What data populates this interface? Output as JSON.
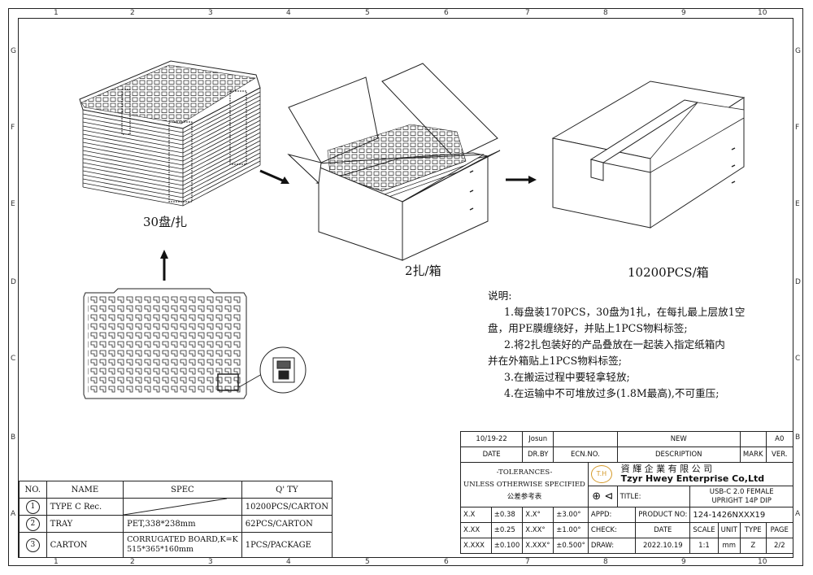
{
  "grid": {
    "columns": [
      "1",
      "2",
      "3",
      "4",
      "5",
      "6",
      "7",
      "8",
      "9",
      "10"
    ],
    "rows": [
      "G",
      "F",
      "E",
      "D",
      "C",
      "B",
      "A"
    ]
  },
  "figure_labels": {
    "bundle": "30盘/扎",
    "box": "2扎/箱",
    "carton": "10200PCS/箱"
  },
  "notes": {
    "heading": "说明:",
    "lines": [
      "1.每盘装170PCS，30盘为1扎，在每扎最上层放1空",
      "盘，用PE膜缠绕好，并贴上1PCS物料标签;",
      "2.将2扎包装好的产品叠放在一起装入指定纸箱内",
      "并在外箱贴上1PCS物料标签;",
      "3.在搬运过程中要轻拿轻放;",
      "4.在运输中不可堆放过多(1.8M最高),不可重压;"
    ]
  },
  "title_block": {
    "rev_date": "10/19-22",
    "rev_drby": "Josun",
    "rev_desc": "NEW",
    "rev_ver": "A0",
    "h_date": "DATE",
    "h_drby": "DR.BY",
    "h_ecn": "ECN.NO.",
    "h_desc": "DESCRIPTION",
    "h_mark": "MARK",
    "h_ver": "VER.",
    "tol_1": "-TOLERANCES-",
    "tol_2": "UNLESS OTHERWISE SPECIFIED",
    "tol_3": "公差参考表",
    "logo_mark": "T.H",
    "company_cn": "資 輝 企 業 有 限 公 司",
    "company_en": "Tzyr Hwey Enterprise Co,Ltd",
    "title_label": "TITLE:",
    "title_1": "USB-C 2.0 FEMALE",
    "title_2": "UPRIGHT 14P DIP",
    "tol_rows": [
      {
        "a": "X.X",
        "b": "±0.38",
        "c": "X.X°",
        "d": "±3.00°",
        "e": "APPD:"
      },
      {
        "a": "X.XX",
        "b": "±0.25",
        "c": "X.XX°",
        "d": "±1.00°",
        "e": "CHECK:"
      },
      {
        "a": "X.XXX",
        "b": "±0.100",
        "c": "X.XXX°",
        "d": "±0.500°",
        "e": "DRAW:"
      }
    ],
    "product_no_label": "PRODUCT NO:",
    "product_no": "124-1426NXXX19",
    "h_scale": "SCALE",
    "h_unit": "UNIT",
    "h_type": "TYPE",
    "h_page": "PAGE",
    "date": "2022.10.19",
    "scale": "1:1",
    "unit": "mm",
    "type": "Z",
    "page": "2/2"
  },
  "bom": {
    "headers": [
      "NO.",
      "NAME",
      "SPEC",
      "Q' TY"
    ],
    "rows": [
      {
        "no": "1",
        "name": "TYPE C Rec.",
        "spec": "",
        "qty": "10200PCS/CARTON"
      },
      {
        "no": "2",
        "name": "TRAY",
        "spec": "PET,338*238mm",
        "qty": "62PCS/CARTON"
      },
      {
        "no": "3",
        "name": "CARTON",
        "spec": "CORRUGATED BOARD,K=K",
        "spec2": "515*365*160mm",
        "qty": "1PCS/PACKAGE"
      }
    ]
  }
}
